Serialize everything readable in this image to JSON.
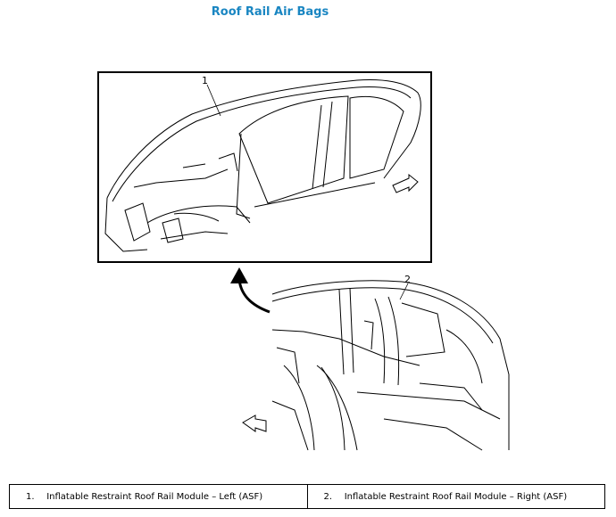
{
  "title": "Roof Rail Air Bags",
  "callouts": [
    {
      "label": "1"
    },
    {
      "label": "2"
    }
  ],
  "legend": [
    {
      "number": "1.",
      "text": "Inflatable Restraint Roof Rail Module – Left (ASF)"
    },
    {
      "number": "2.",
      "text": "Inflatable Restraint Roof Rail Module – Right (ASF)"
    }
  ]
}
